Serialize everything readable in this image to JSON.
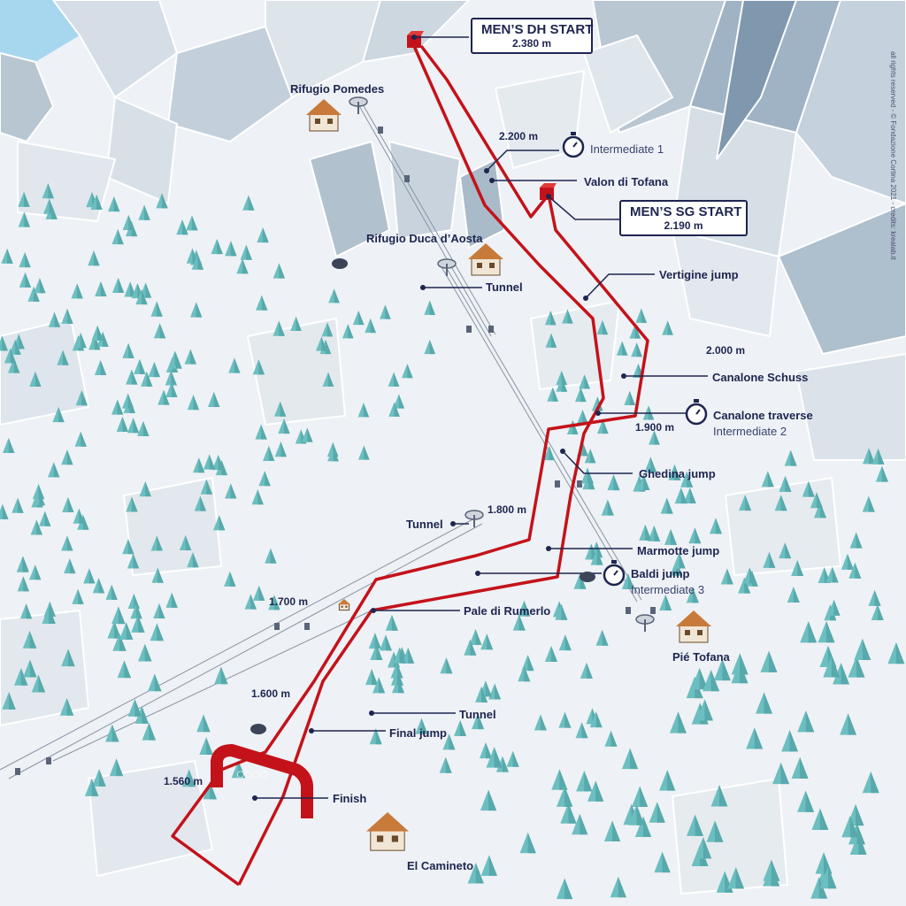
{
  "colors": {
    "course_red": "#c4121a",
    "label_navy": "#1e2550",
    "tree_teal": "#6cbfc0",
    "snow": "#eef1f5",
    "rock": "#c9d4de",
    "water": "#a7d7ef"
  },
  "starts": {
    "dh": {
      "title": "MEN’S DH START",
      "altitude": "2.380 m"
    },
    "sg": {
      "title": "MEN’S SG START",
      "altitude": "2.190 m"
    }
  },
  "features": {
    "valon": "Valon di Tofana",
    "vertigine": "Vertigine jump",
    "canalone_schuss": "Canalone Schuss",
    "canalone_traverse": "Canalone traverse",
    "ghedina": "Ghedina jump",
    "marmotte": "Marmotte jump",
    "baldi": "Baldi jump",
    "pale": "Pale di Rumerlo",
    "tunnel_upper": "Tunnel",
    "tunnel_mid": "Tunnel",
    "tunnel_lower": "Tunnel",
    "final_jump": "Final jump",
    "finish": "Finish"
  },
  "intermediates": {
    "i1": "Intermediate 1",
    "i2": "Intermediate 2",
    "i3": "Intermediate 3"
  },
  "huts": {
    "pomedes": "Rifugio Pomedes",
    "duca": "Rifugio Duca d’Aosta",
    "pie": "Pié Tofana",
    "camineto": "El Camineto"
  },
  "altitudes": {
    "a2200": "2.200 m",
    "a2000": "2.000 m",
    "a1900": "1.900 m",
    "a1800": "1.800 m",
    "a1700": "1.700 m",
    "a1600": "1.600 m",
    "a1560": "1.560 m"
  },
  "credits": "all rights reserved - © Fondazione Cortina 2021 - credits: krealab.it",
  "icons": [
    "stopwatch-icon",
    "lift-station-icon",
    "hut-icon",
    "finish-arch-icon",
    "tunnel-icon",
    "tree-icon"
  ]
}
